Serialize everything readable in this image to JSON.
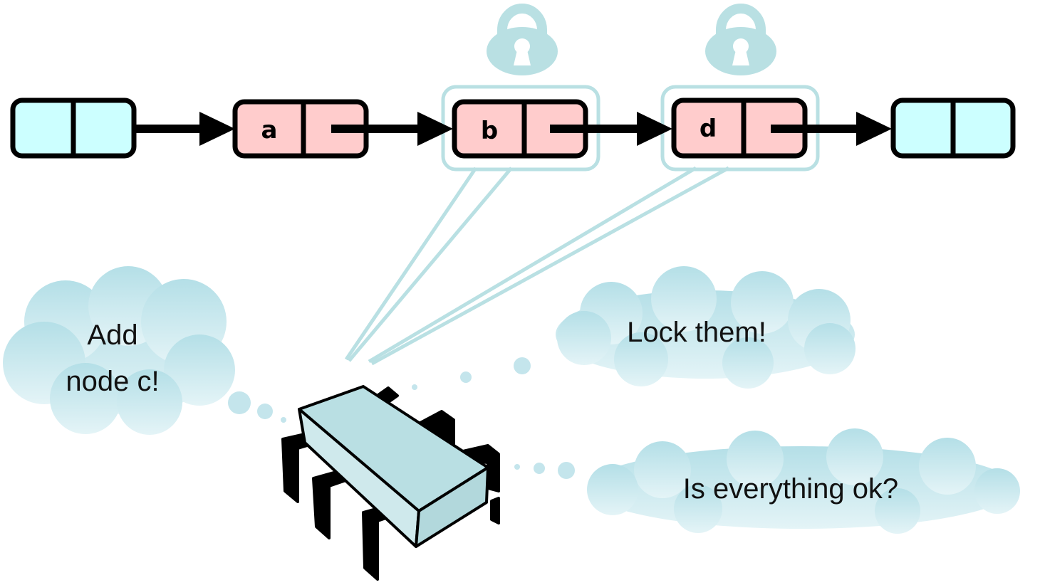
{
  "colors": {
    "sentinel_fill": "#ccffff",
    "node_fill": "#ffcccc",
    "lock_color": "#b9e0e3",
    "cloud_color": "#bfe6ec",
    "chip_top": "#b9dfe3",
    "stroke": "#000000"
  },
  "list": {
    "head_sentinel": {
      "label": ""
    },
    "nodes": [
      {
        "label": "a",
        "locked": false
      },
      {
        "label": "b",
        "locked": true
      },
      {
        "label": "d",
        "locked": true
      }
    ],
    "tail_sentinel": {
      "label": ""
    }
  },
  "icons": {
    "lock": "padlock-icon",
    "processor": "processor-chip-icon"
  },
  "thoughts": {
    "add": {
      "line1": "Add",
      "line2": "node c!"
    },
    "lock": {
      "text": "Lock them!"
    },
    "check": {
      "text": "Is everything ok?"
    }
  }
}
